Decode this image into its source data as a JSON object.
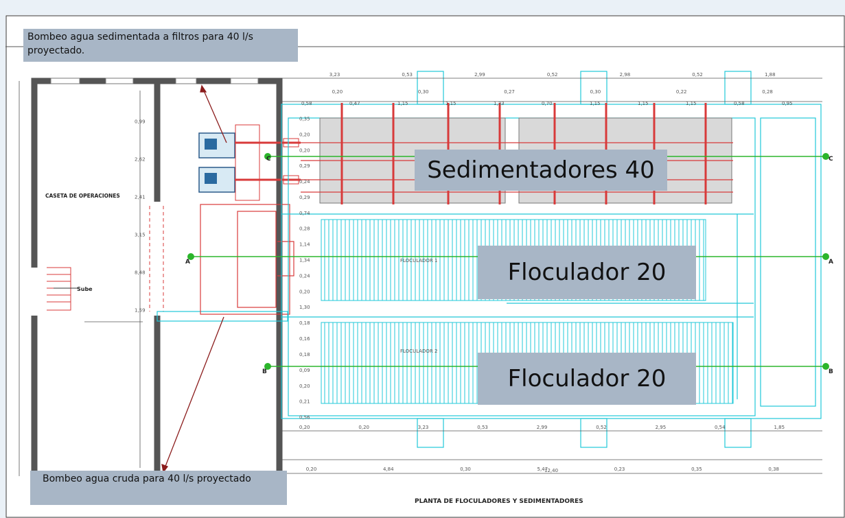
{
  "drawing": {
    "title": "PLANTA DE FLOCULADORES Y SEDIMENTADORES",
    "caseta_label": "CASETA DE OPERACIONES",
    "stair_label": "Sube",
    "floc1_label": "FLOCULADOR 1",
    "floc2_label": "FLOCULADOR 2",
    "section_marks": [
      "C",
      "A",
      "B"
    ],
    "dims_top": [
      "3,23",
      "0,53",
      "2,99",
      "0,52",
      "2,98",
      "0,52",
      "1,88"
    ],
    "dims_row2": [
      "0,20",
      "0,30",
      "0,27",
      "0,30",
      "0,22",
      "0,28"
    ],
    "dims_row3": [
      "0,58",
      "0,47",
      "1,15",
      "1,15",
      "1,33",
      "0,70",
      "1,15",
      "1,15",
      "1,15",
      "0,58",
      "0,95"
    ],
    "dims_left_building": [
      "0,99",
      "2,62",
      "2,41",
      "3,15",
      "8,48",
      "1,59"
    ],
    "dims_mid": [
      "0,35",
      "0,20",
      "0,20",
      "0,29",
      "0,24",
      "0,29",
      "0,74",
      "0,28",
      "1,14",
      "1,34",
      "0,24",
      "0,20",
      "1,30",
      "0,18",
      "0,16",
      "0,18",
      "0,09",
      "0,20",
      "0,21",
      "0,56"
    ],
    "dims_bottom1": [
      "0,20",
      "0,20",
      "3,23",
      "0,53",
      "2,99",
      "0,52",
      "2,95",
      "0,54",
      "1,85"
    ],
    "dims_bottom2": [
      "0,20",
      "4,84",
      "0,30",
      "5,47",
      "0,23",
      "0,35",
      "0,38"
    ],
    "dims_total": "12,40"
  },
  "callouts": {
    "pump_filters": "Bombeo agua sedimentada a filtros para 40 l/s proyectado.",
    "sedimentadores": "Sedimentadores 40",
    "floculador_1": "Floculador 20",
    "floculador_2": "Floculador 20",
    "pump_raw": "Bombeo agua cruda para 40 l/s proyectado"
  },
  "colors": {
    "wall": "#555555",
    "cyan": "#20c8d8",
    "red": "#d83a3a",
    "green": "#2bb52b",
    "arrow": "#8b1c1c",
    "callout_bg": "#a8b6c6"
  }
}
